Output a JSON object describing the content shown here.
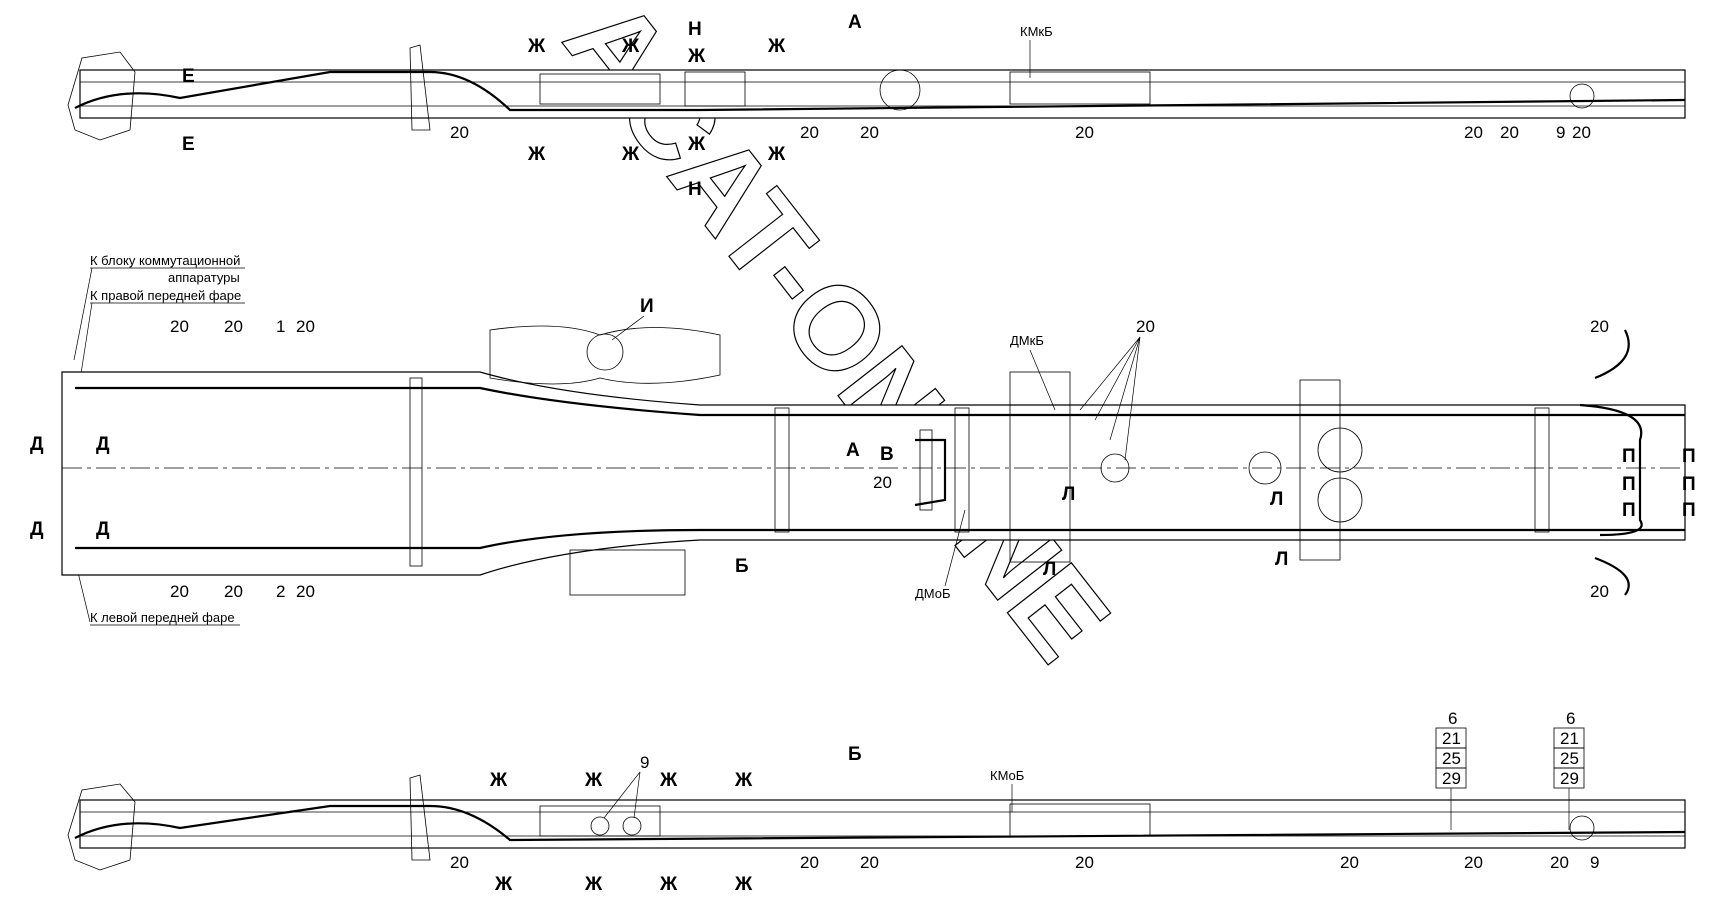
{
  "views": {
    "top": {
      "title": "А"
    },
    "bottom": {
      "title": "Б"
    }
  },
  "components": {
    "kmkb": "КМкБ",
    "kmob": "КМоБ",
    "dmkb": "ДМкБ",
    "dmob": "ДМоБ"
  },
  "notes": {
    "switch_block_1": "К блоку коммутационной",
    "switch_block_2": "аппаратуры",
    "right_headlight": "К правой передней фаре",
    "left_headlight": "К левой передней фаре"
  },
  "sections": {
    "e": "Е",
    "zh": "Ж",
    "n": "Н",
    "d": "Д",
    "l": "Л",
    "p": "П",
    "i": "И",
    "v": "В",
    "a": "А",
    "b": "Б"
  },
  "positions": {
    "p1": "1",
    "p2": "2",
    "p6": "6",
    "p9": "9",
    "p20": "20",
    "p21": "21",
    "p25": "25",
    "p29": "29"
  },
  "watermark": "ACAT-ONLINE"
}
